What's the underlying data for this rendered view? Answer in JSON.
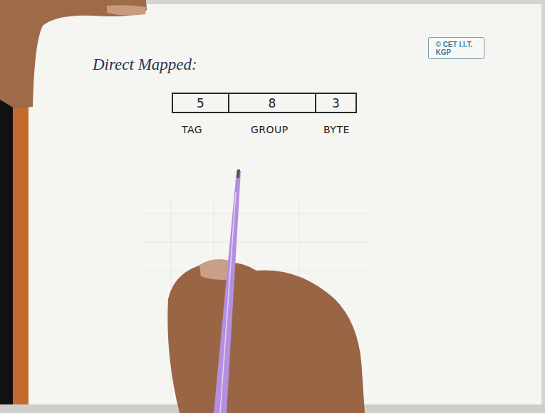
{
  "diagram": {
    "title": "Direct Mapped:",
    "nodes": [
      {
        "text": [
          "5"
        ]
      },
      {
        "text": [
          "8"
        ]
      },
      {
        "text": [
          "3"
        ]
      },
      {
        "text": [
          "© CET I.I.T. KGP"
        ]
      }
    ],
    "labels": [
      "TAG",
      "GROUP",
      "BYTE"
    ]
  }
}
